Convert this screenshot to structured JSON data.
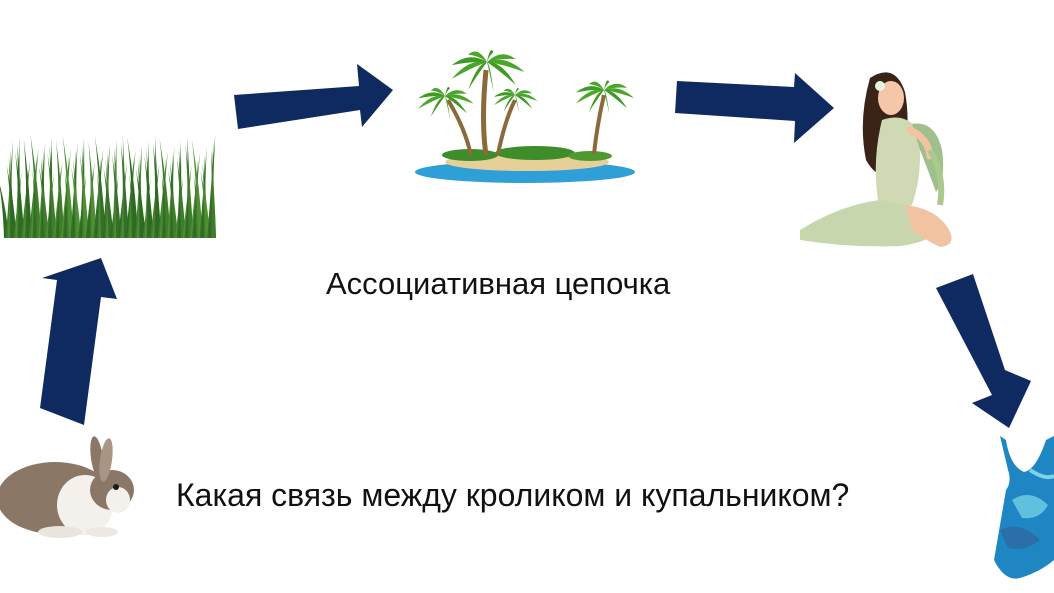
{
  "slide": {
    "subtitle": "Ассоциативная цепочка",
    "question": "Какая связь между кроликом и купальником?"
  },
  "chain": [
    {
      "id": "rabbit",
      "icon": "rabbit-icon"
    },
    {
      "id": "grass",
      "icon": "grass-icon"
    },
    {
      "id": "island",
      "icon": "palm-island-icon"
    },
    {
      "id": "woman",
      "icon": "sitting-woman-icon"
    },
    {
      "id": "swimsuit",
      "icon": "swimsuit-icon"
    }
  ],
  "colors": {
    "arrow": "#0f2a60",
    "text": "#111111",
    "grass": "#3f7d2a",
    "water": "#2f9fd8",
    "sand": "#e7cf98",
    "palm": "#4aa62b",
    "rabbit_fur": "#8a7766",
    "swimsuit": "#1f86c4"
  }
}
